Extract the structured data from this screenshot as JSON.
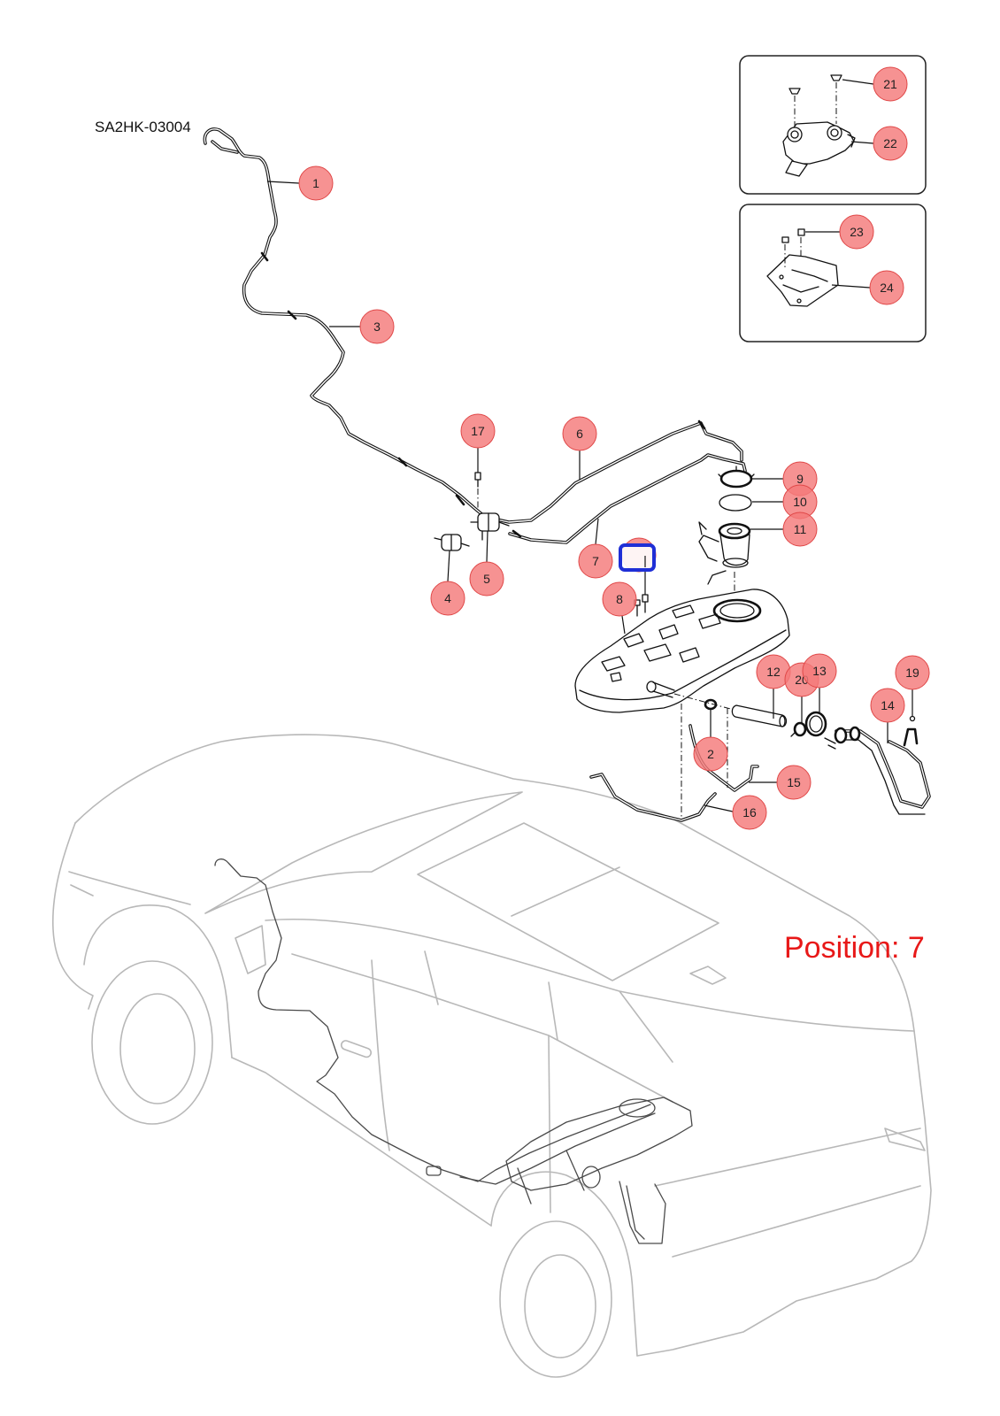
{
  "diagram": {
    "code": "SA2HK-03004",
    "position_label": "Position: 7"
  },
  "callouts": [
    "1",
    "3",
    "17",
    "6",
    "9",
    "10",
    "11",
    "7",
    "5",
    "4",
    "8",
    "12",
    "20",
    "13",
    "19",
    "14",
    "2",
    "15",
    "16",
    "21",
    "22",
    "23",
    "24"
  ],
  "colors": {
    "callout_fill": "#f47a7a",
    "callout_stroke": "#e04848",
    "highlight": "#1f2fd6",
    "position_text": "#e81818",
    "line_art": "#111111",
    "vehicle_outline": "#b8b8b8"
  }
}
